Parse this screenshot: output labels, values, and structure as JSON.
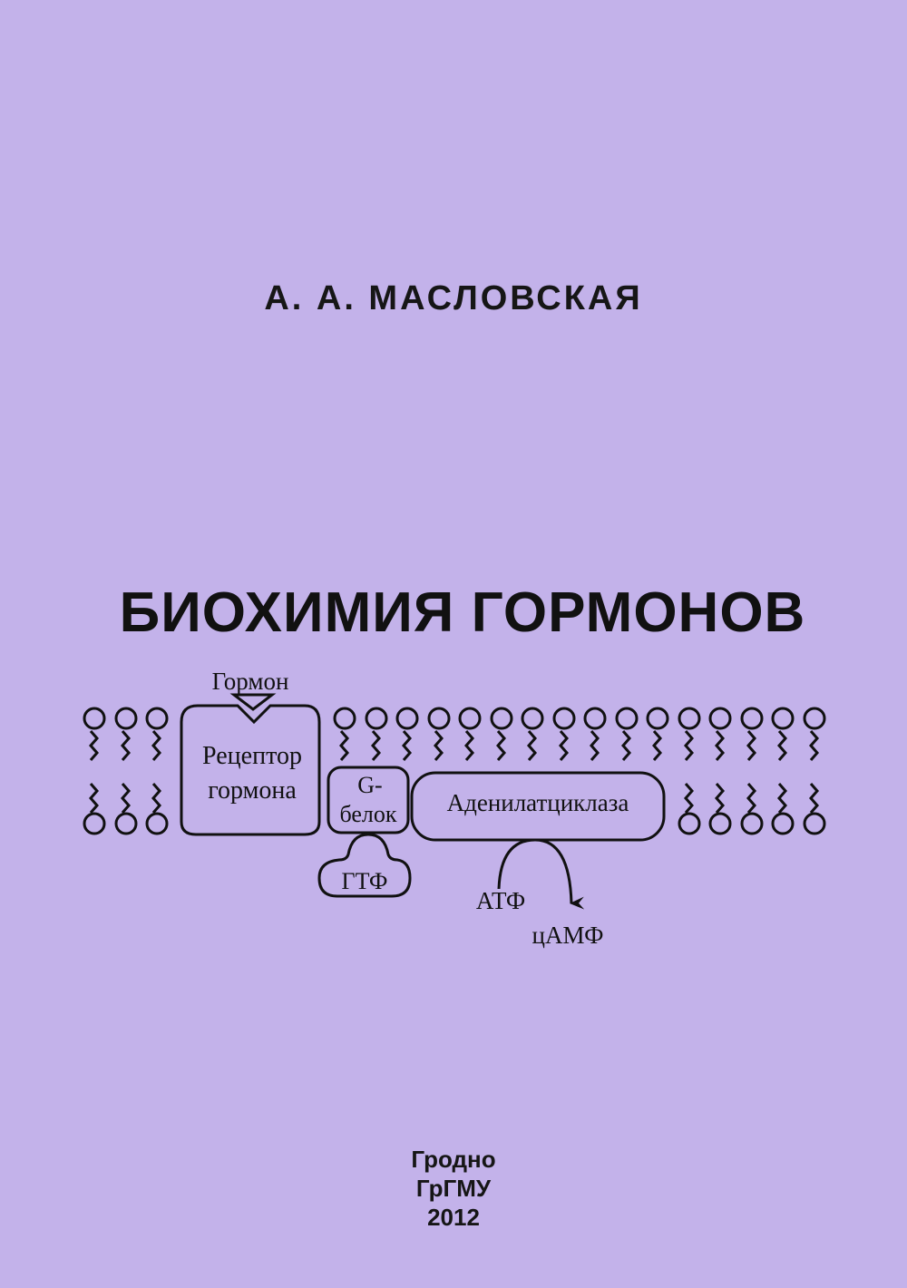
{
  "book": {
    "author": "А. А. МАСЛОВСКАЯ",
    "title": "БИОХИМИЯ ГОРМОНОВ",
    "city": "Гродно",
    "publisher": "ГрГМУ",
    "year": "2012"
  },
  "diagram": {
    "hormone": "Гормон",
    "receptor_line1": "Рецептор",
    "receptor_line2": "гормона",
    "gprotein_line1": "G-",
    "gprotein_line2": "белок",
    "gtp": "ГТФ",
    "adenylate_cyclase": "Аденилатциклаза",
    "atp": "АТФ",
    "camp": "цАМФ"
  },
  "colors": {
    "background": "#c3b2ea",
    "ink": "#111111"
  }
}
